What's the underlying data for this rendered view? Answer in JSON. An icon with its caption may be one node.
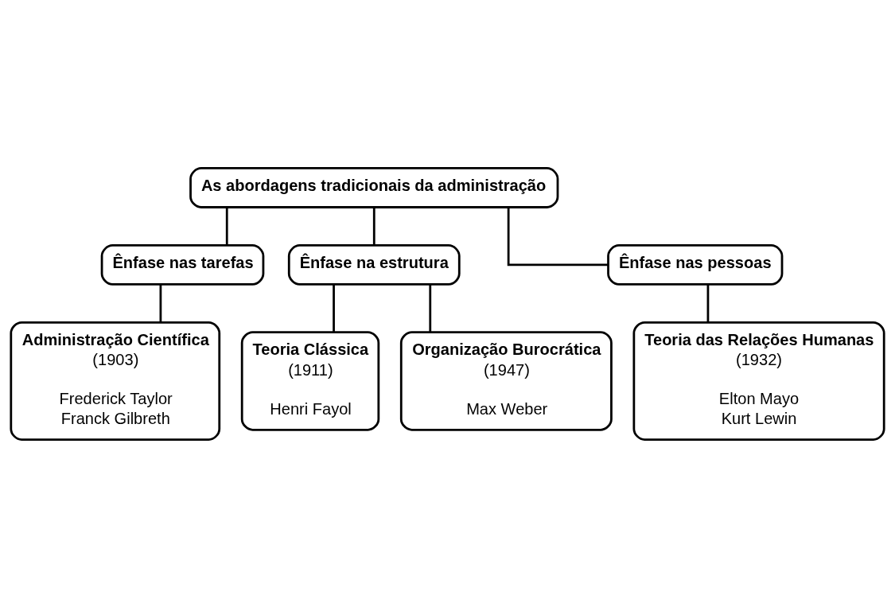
{
  "diagram": {
    "nodes": [
      {
        "text": [
          "As abordagens tradicionais da administração"
        ]
      },
      {
        "text": [
          "Ênfase nas tarefas"
        ]
      },
      {
        "text": [
          "Ênfase na estrutura"
        ]
      },
      {
        "text": [
          "Ênfase nas pessoas"
        ]
      },
      {
        "text": [
          "Administração Científica",
          "(1903)",
          "Frederick Taylor",
          "Franck Gilbreth"
        ]
      },
      {
        "text": [
          "Teoria Clássica",
          "(1911)",
          "Henri Fayol"
        ]
      },
      {
        "text": [
          "Organização Burocrática",
          "(1947)",
          "Max Weber"
        ]
      },
      {
        "text": [
          "Teoria das Relações Humanas",
          "(1932)",
          "Elton Mayo",
          "Kurt Lewin"
        ]
      }
    ],
    "edges": [
      {
        "from": 0,
        "to": 1,
        "arrow": "none"
      },
      {
        "from": 0,
        "to": 2,
        "arrow": "none"
      },
      {
        "from": 0,
        "to": 3,
        "arrow": "none"
      },
      {
        "from": 1,
        "to": 4,
        "arrow": "none"
      },
      {
        "from": 2,
        "to": 5,
        "arrow": "none"
      },
      {
        "from": 2,
        "to": 6,
        "arrow": "none"
      },
      {
        "from": 3,
        "to": 7,
        "arrow": "none"
      }
    ]
  }
}
